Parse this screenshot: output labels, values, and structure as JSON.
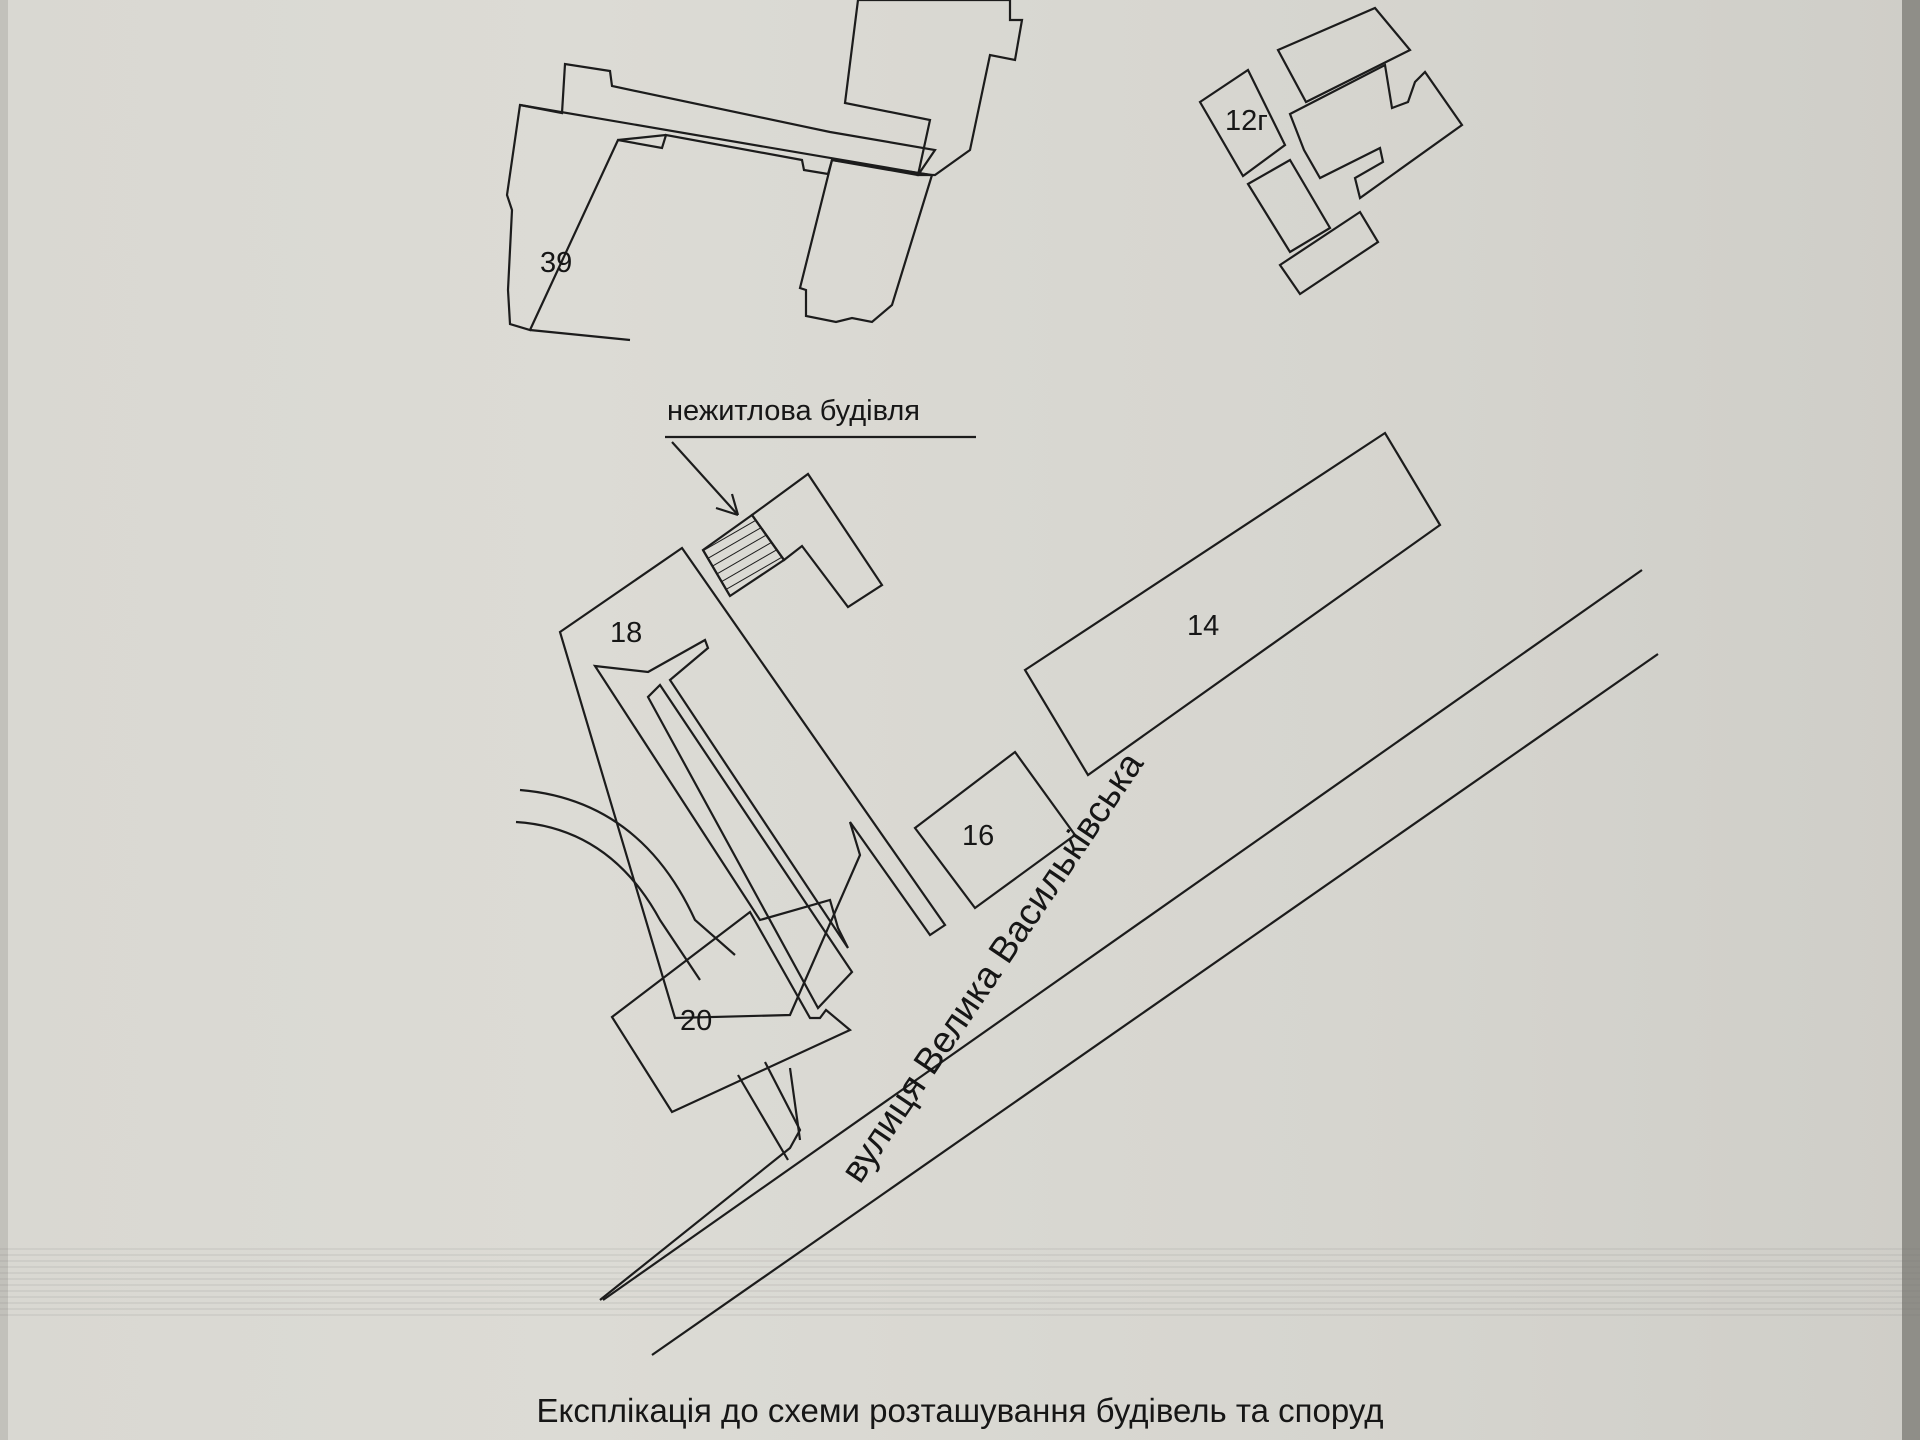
{
  "labels": {
    "building_39": "39",
    "building_12g": "12г",
    "building_18": "18",
    "building_14": "14",
    "building_16": "16",
    "building_20": "20",
    "nonresidential_callout": "нежитлова будівля",
    "street_name": "вулиця Велика Васильківська"
  },
  "caption": "Експлікація до схеми розташування будівель та споруд",
  "colors": {
    "paper": "#dcdbd5",
    "ink": "#1c1c1c"
  }
}
